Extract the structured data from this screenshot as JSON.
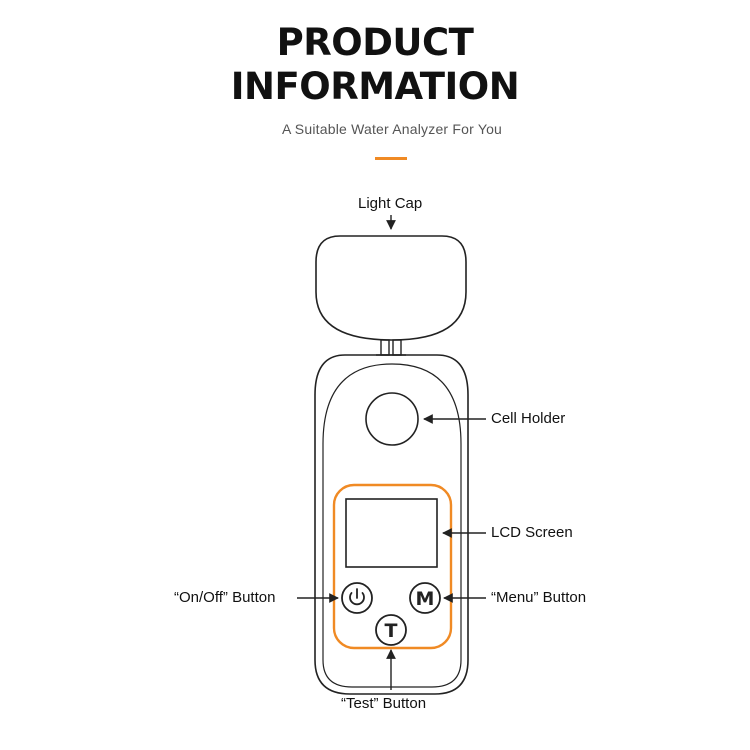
{
  "header": {
    "title_line1": "PRODUCT",
    "title_line2": "INFORMATION",
    "subtitle": "A Suitable Water Analyzer For You"
  },
  "callouts": {
    "light_cap": "Light Cap",
    "cell_holder": "Cell Holder",
    "lcd_screen": "LCD Screen",
    "on_off_button": "“On/Off” Button",
    "menu_button": "“Menu” Button",
    "test_button": "“Test” Button"
  },
  "device": {
    "menu_glyph": "M",
    "test_glyph": "T",
    "power_icon": "power-icon"
  },
  "colors": {
    "accent": "#f08a24",
    "outline": "#222222"
  }
}
